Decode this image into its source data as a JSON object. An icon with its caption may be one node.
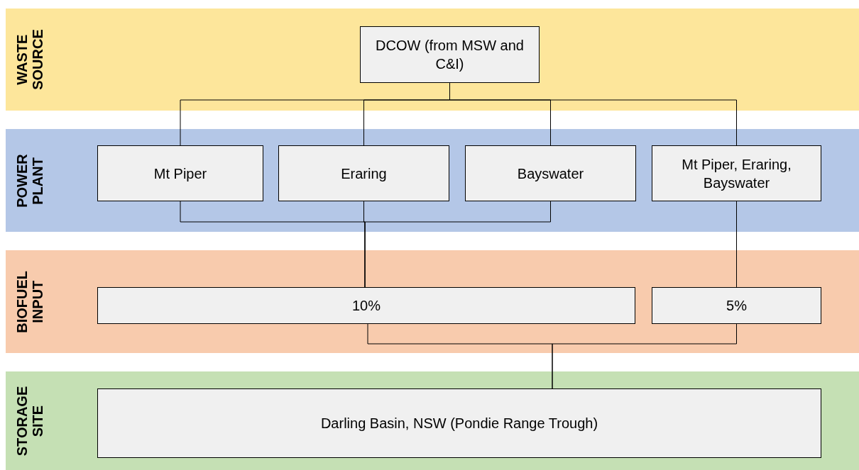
{
  "diagram": {
    "nodes": [
      {
        "text": [
          "WASTE SOURCE"
        ]
      },
      {
        "text": [
          "DCOW (from MSW and C&I)"
        ],
        "in": 0
      },
      {
        "text": [
          "POWER PLANT"
        ]
      },
      {
        "text": [
          "Mt Piper"
        ],
        "in": 2
      },
      {
        "text": [
          "Eraring"
        ],
        "in": 2
      },
      {
        "text": [
          "Bayswater"
        ],
        "in": 2
      },
      {
        "text": [
          "Mt Piper, Eraring, Bayswater"
        ],
        "in": 2
      },
      {
        "text": [
          "BIOFUEL INPUT"
        ]
      },
      {
        "text": [
          "10%"
        ],
        "in": 7
      },
      {
        "text": [
          "5%"
        ],
        "in": 7
      },
      {
        "text": [
          "STORAGE SITE"
        ]
      },
      {
        "text": [
          "Darling Basin, NSW (Pondie Range Trough)"
        ],
        "in": 10
      }
    ],
    "edges": [
      {
        "from": 1,
        "to": 3,
        "arrow": "none"
      },
      {
        "from": 1,
        "to": 4,
        "arrow": "none"
      },
      {
        "from": 1,
        "to": 5,
        "arrow": "none"
      },
      {
        "from": 1,
        "to": 6,
        "arrow": "none"
      },
      {
        "from": 3,
        "to": 8,
        "arrow": "none"
      },
      {
        "from": 4,
        "to": 8,
        "arrow": "none"
      },
      {
        "from": 5,
        "to": 8,
        "arrow": "none"
      },
      {
        "from": 6,
        "to": 9,
        "arrow": "none"
      },
      {
        "from": 8,
        "to": 11,
        "arrow": "none"
      },
      {
        "from": 9,
        "to": 11,
        "arrow": "none"
      }
    ]
  }
}
